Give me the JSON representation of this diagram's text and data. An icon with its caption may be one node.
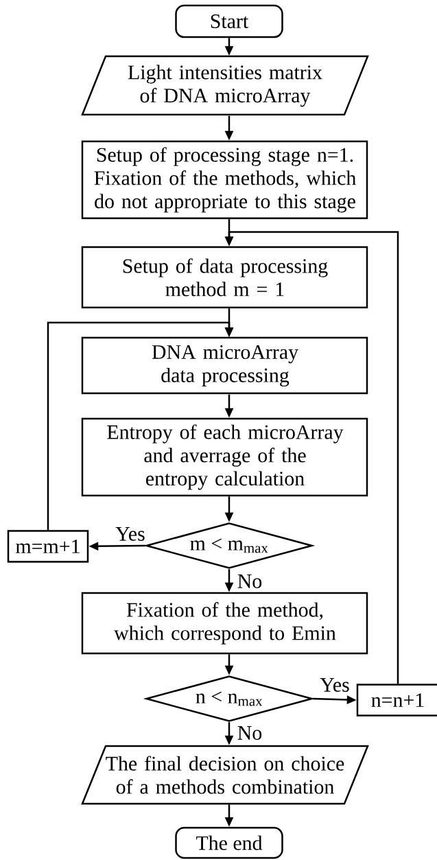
{
  "diagram": {
    "nodes": [
      {
        "text": [
          "Start"
        ]
      },
      {
        "text": [
          "Light intensities matrix of DNA microArray"
        ]
      },
      {
        "text": [
          "Setup of processing stage n=1. Fixation of the methods, which do not appropriate to this stage"
        ]
      },
      {
        "text": [
          "Setup of data processing method m = 1"
        ]
      },
      {
        "text": [
          "DNA microArray data processing"
        ]
      },
      {
        "text": [
          "Entropy of each microArray and averrage of the entropy calculation"
        ]
      },
      {
        "text": [
          "m < m$_{max}$"
        ]
      },
      {
        "text": [
          "m=m+1"
        ]
      },
      {
        "text": [
          "Fixation of the method, which correspond to Emin"
        ]
      },
      {
        "text": [
          "n < n$_{max}$"
        ]
      },
      {
        "text": [
          "n=n+1"
        ]
      },
      {
        "text": [
          "The final decision on choice of a methods combination"
        ]
      },
      {
        "text": [
          "The end"
        ]
      }
    ],
    "edges": [
      {
        "from": 0,
        "to": 1,
        "arrow": "to"
      },
      {
        "from": 1,
        "to": 2,
        "arrow": "to"
      },
      {
        "from": 2,
        "to": 3,
        "arrow": "to"
      },
      {
        "from": 3,
        "to": 4,
        "arrow": "to"
      },
      {
        "from": 4,
        "to": 5,
        "arrow": "to"
      },
      {
        "from": 5,
        "to": 6,
        "arrow": "to"
      },
      {
        "from": 6,
        "to": 7,
        "arrow": "to",
        "label": "Yes"
      },
      {
        "from": 7,
        "to": 4,
        "arrow": "to"
      },
      {
        "from": 6,
        "to": 8,
        "arrow": "to",
        "label": "No"
      },
      {
        "from": 8,
        "to": 9,
        "arrow": "to"
      },
      {
        "from": 9,
        "to": 10,
        "arrow": "to",
        "label": "Yes"
      },
      {
        "from": 10,
        "to": 3,
        "arrow": "to"
      },
      {
        "from": 9,
        "to": 11,
        "arrow": "to",
        "label": "No"
      },
      {
        "from": 11,
        "to": 12,
        "arrow": "to"
      }
    ]
  }
}
